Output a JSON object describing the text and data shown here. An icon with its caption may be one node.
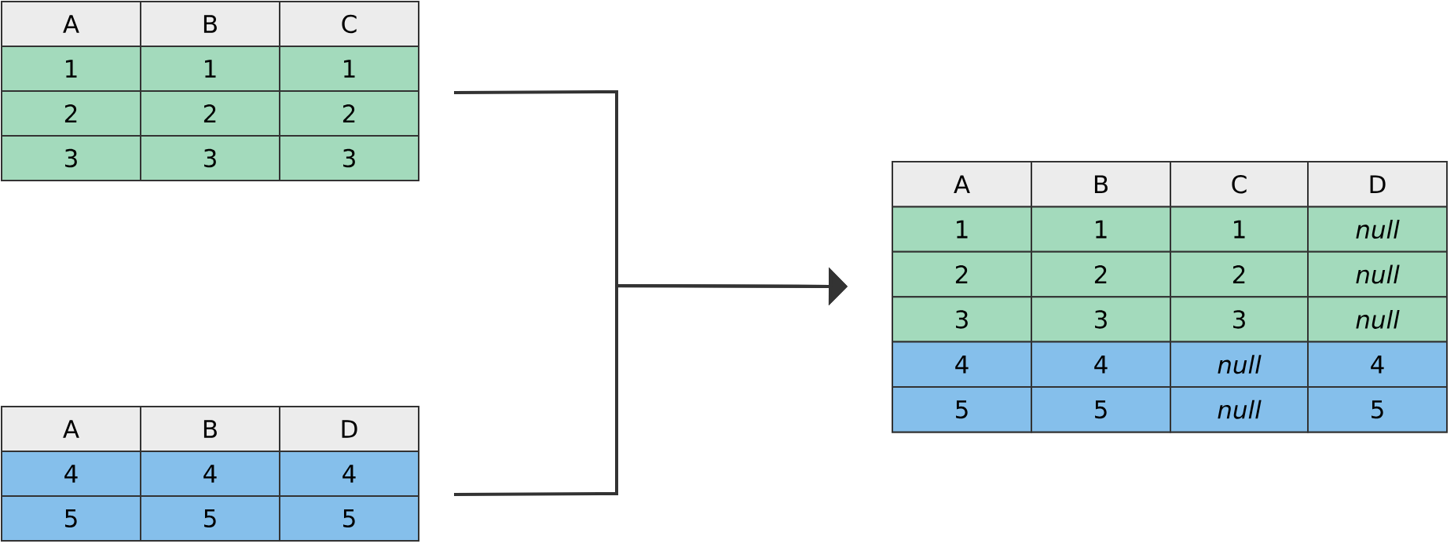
{
  "diagram": {
    "nodes": [
      {
        "text": [
          "A",
          "B",
          "C",
          "1",
          "1",
          "1",
          "2",
          "2",
          "2",
          "3",
          "3",
          "3"
        ]
      },
      {
        "text": [
          "A",
          "B",
          "D",
          "4",
          "4",
          "4",
          "5",
          "5",
          "5"
        ]
      },
      {
        "text": [
          "A",
          "B",
          "C",
          "D",
          "1",
          "1",
          "1",
          "*null*",
          "2",
          "2",
          "2",
          "*null*",
          "3",
          "3",
          "3",
          "*null*",
          "4",
          "4",
          "*null*",
          "4",
          "5",
          "5",
          "*null*",
          "5"
        ]
      }
    ],
    "edges": [
      {
        "from": 0,
        "to": 2,
        "arrow": "to"
      },
      {
        "from": 1,
        "to": 2,
        "arrow": "to"
      }
    ]
  }
}
